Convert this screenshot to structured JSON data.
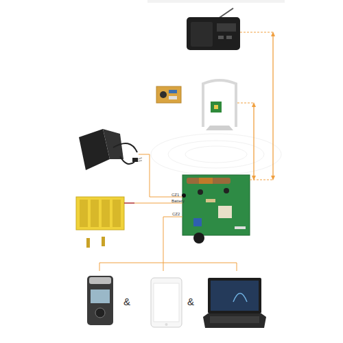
{
  "diagram": {
    "labels": [
      "CZ1",
      "Battery",
      "CZ2",
      "&",
      "&"
    ]
  }
}
